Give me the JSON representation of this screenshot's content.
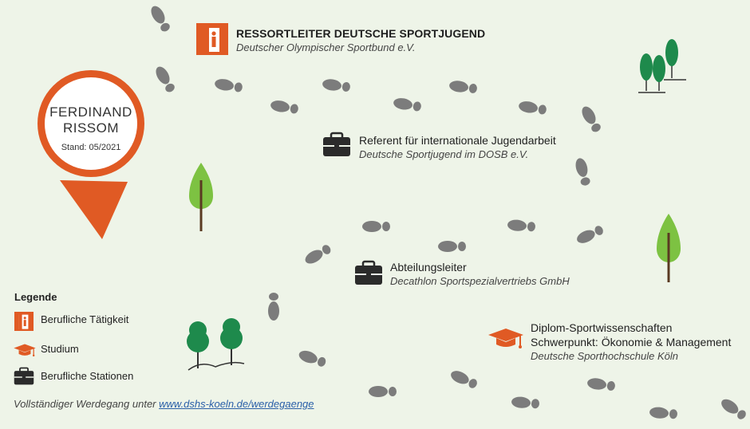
{
  "pin": {
    "first_name": "FERDINAND",
    "last_name": "RISSOM",
    "stand": "Stand: 05/2021"
  },
  "entries": [
    {
      "title": "RESSORTLEITER DEUTSCHE SPORTJUGEND",
      "org": "Deutscher Olympischer Sportbund e.V.",
      "icon": "door-person-icon"
    },
    {
      "title": "Referent für internationale Jugendarbeit",
      "org": "Deutsche Sportjugend im DOSB e.V.",
      "icon": "briefcase-icon"
    },
    {
      "title": "Abteilungsleiter",
      "org": "Decathlon Sportspezialvertriebs GmbH",
      "icon": "briefcase-icon"
    },
    {
      "title": "Diplom-Sportwissenschaften",
      "title2": "Schwerpunkt: Ökonomie & Management",
      "org": "Deutsche Sporthochschule Köln",
      "icon": "graduation-cap-icon"
    }
  ],
  "legend": {
    "title": "Legende",
    "items": [
      {
        "label": "Berufliche Tätigkeit",
        "icon": "door-person-icon"
      },
      {
        "label": "Studium",
        "icon": "graduation-cap-icon"
      },
      {
        "label": "Berufliche Stationen",
        "icon": "briefcase-icon"
      }
    ]
  },
  "footer": {
    "text": "Vollständiger Werdegang unter ",
    "link": "www.dshs-koeln.de/werdegaenge"
  },
  "colors": {
    "background": "#eef4e8",
    "accent_orange": "#e05a24",
    "footprint_gray": "#7c7c7c",
    "tree_green": "#2e9e5b",
    "tree_light_green": "#7dc242",
    "briefcase": "#2b2b2b"
  }
}
